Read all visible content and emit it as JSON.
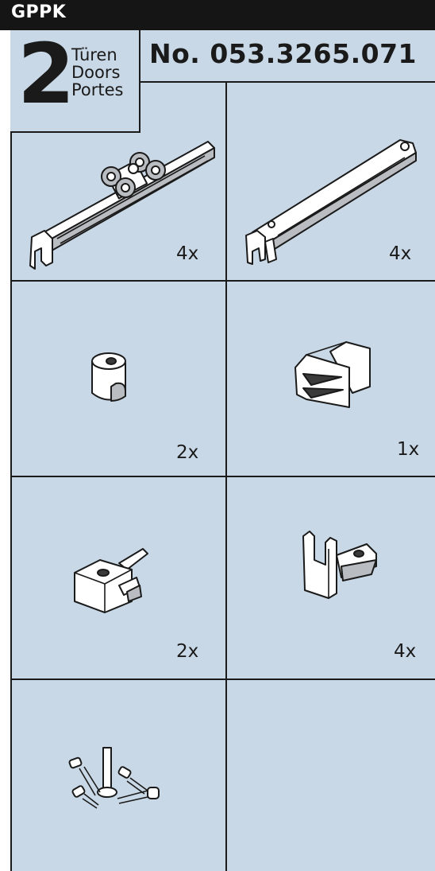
{
  "header": {
    "brand": "GPPK",
    "door_count": "2",
    "door_labels": [
      "Türen",
      "Doors",
      "Portes"
    ],
    "part_number": "No. 053.3265.071"
  },
  "parts": [
    {
      "icon": "roller-carriage-icon",
      "qty": "4x"
    },
    {
      "icon": "mounting-bar-icon",
      "qty": "4x"
    },
    {
      "icon": "sleeve-nut-icon",
      "qty": "2x"
    },
    {
      "icon": "stopper-block-icon",
      "qty": "1x"
    },
    {
      "icon": "clamp-bracket-icon",
      "qty": "2x"
    },
    {
      "icon": "hook-bracket-icon",
      "qty": "4x"
    },
    {
      "icon": "screws-icon",
      "qty": ""
    }
  ],
  "colors": {
    "panel_background": "#c9d8e6",
    "header_bar": "#151515",
    "lines": "#1b1b1b"
  }
}
